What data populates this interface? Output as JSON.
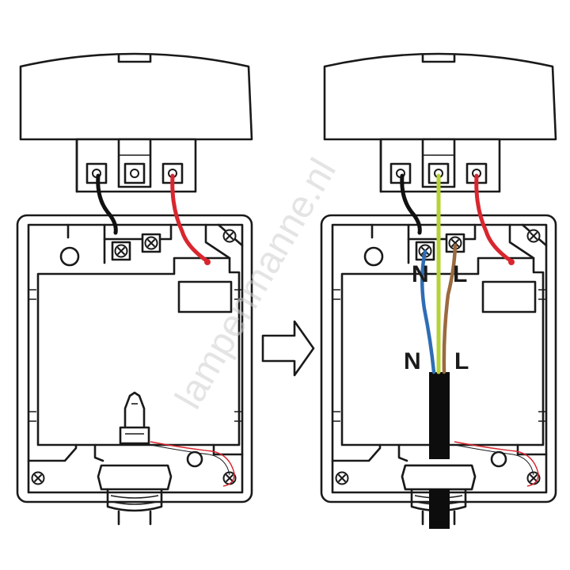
{
  "watermark": "lampenmanne.nl",
  "labels": {
    "terminal_n": "N",
    "terminal_l": "L",
    "cable_n": "N",
    "cable_l": "L"
  },
  "colors": {
    "wire_black": "#111111",
    "wire_red": "#d9262e",
    "wire_earth": "#b5d334",
    "wire_blue": "#2f6db5",
    "wire_brown": "#9a6a3e",
    "cable_sheath": "#0d0d0d",
    "outline": "#1a1a1a"
  },
  "icons": [
    "arrow-right-icon",
    "screw-icon"
  ]
}
